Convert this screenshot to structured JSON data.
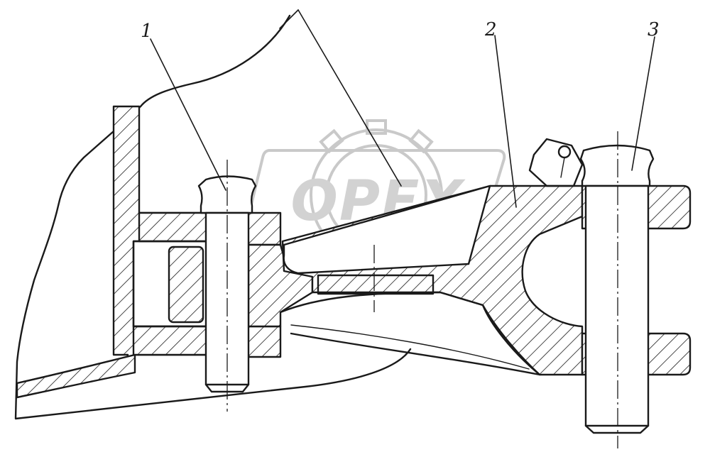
{
  "diagram": {
    "callouts": [
      {
        "id": "part-1",
        "label": "1"
      },
      {
        "id": "part-2",
        "label": "2"
      },
      {
        "id": "part-3",
        "label": "3"
      }
    ]
  },
  "watermark": {
    "text": "OPEX",
    "color": "#d2d2d2"
  },
  "colors": {
    "ink": "#1a1a1a",
    "paper": "#ffffff"
  }
}
